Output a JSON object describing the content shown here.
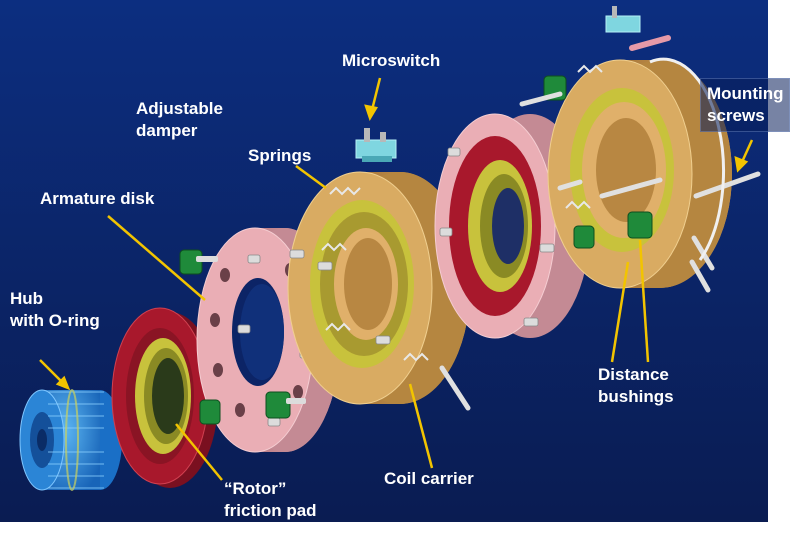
{
  "labels": {
    "hub": [
      "Hub",
      "with O-ring"
    ],
    "armature": "Armature disk",
    "damper": [
      "Adjustable",
      "damper"
    ],
    "microswitch": "Microswitch",
    "springs": "Springs",
    "mounting": [
      "Mounting",
      "screws"
    ],
    "distance": [
      "Distance",
      "bushings"
    ],
    "coil": "Coil carrier",
    "rotor": [
      "“Rotor”",
      "friction pad"
    ]
  },
  "colors": {
    "background_top": "#0c2a78",
    "background_bottom": "#0a1c52",
    "label_text": "#ffffff",
    "leader_line": "#f2c400",
    "coil_carrier": "#d9ab62",
    "armature_disk": "#eaaeb5",
    "rotor_pad": "#a8182c",
    "rotor_teeth": "#c8c23c",
    "hub": "#2f8fde",
    "bushing": "#1f8a3a",
    "screw": "#dcdcdc"
  }
}
